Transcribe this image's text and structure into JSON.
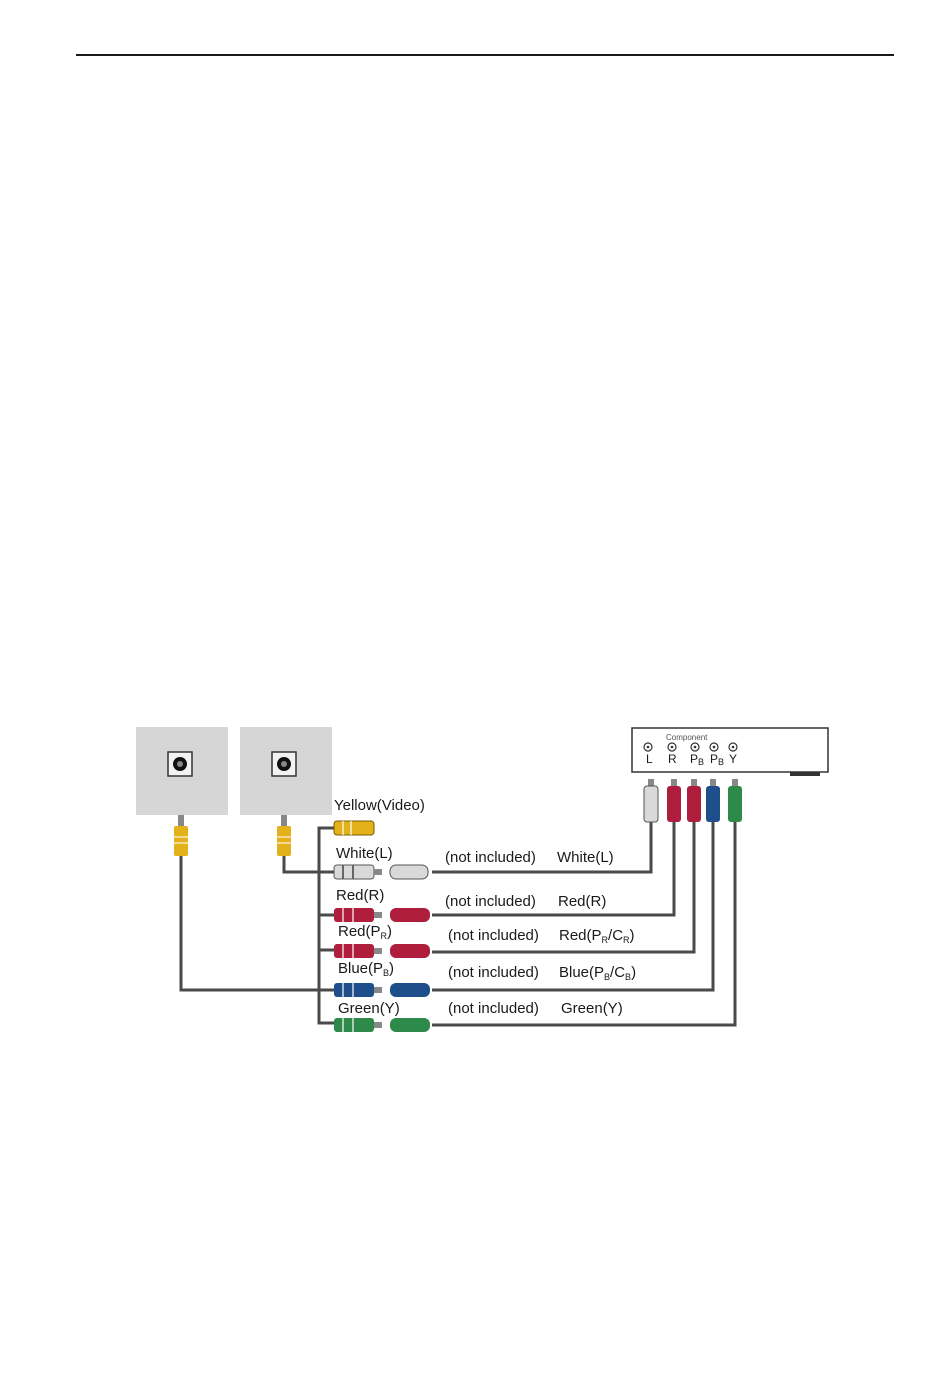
{
  "labels": {
    "yellow_video": "Yellow(Video)",
    "white_l": "White(L)",
    "red_r": "Red(R)",
    "red_pr_main": "Red(P",
    "red_pr_sub": "R",
    "red_pr_close": ")",
    "blue_pb_main": "Blue(P",
    "blue_pb_sub": "B",
    "blue_pb_close": ")",
    "green_y": "Green(Y)",
    "not_included": "(not included)",
    "right_white": "White(L)",
    "right_red": "Red(R)",
    "right_red_pr_a": "Red(P",
    "right_red_pr_sub1": "R",
    "right_red_pr_b": "/C",
    "right_red_pr_sub2": "R",
    "right_red_pr_close": ")",
    "right_blue_pb_a": "Blue(P",
    "right_blue_pb_sub1": "B",
    "right_blue_pb_b": "/C",
    "right_blue_pb_sub2": "B",
    "right_blue_pb_close": ")",
    "right_green": "Green(Y)"
  },
  "device": {
    "panel_title": "Component",
    "ports": [
      {
        "main": "L",
        "sub": ""
      },
      {
        "main": "R",
        "sub": ""
      },
      {
        "main": "P",
        "sub": "B"
      },
      {
        "main": "P",
        "sub": "B"
      },
      {
        "main": "Y",
        "sub": ""
      }
    ]
  },
  "colors": {
    "yellow": "#e3b21b",
    "white": "#d9d9d9",
    "red": "#b01e3e",
    "blue": "#1f4f8a",
    "green": "#2e8a4a",
    "cable": "#4a4a4a",
    "wallplate": "#d6d6d6"
  }
}
